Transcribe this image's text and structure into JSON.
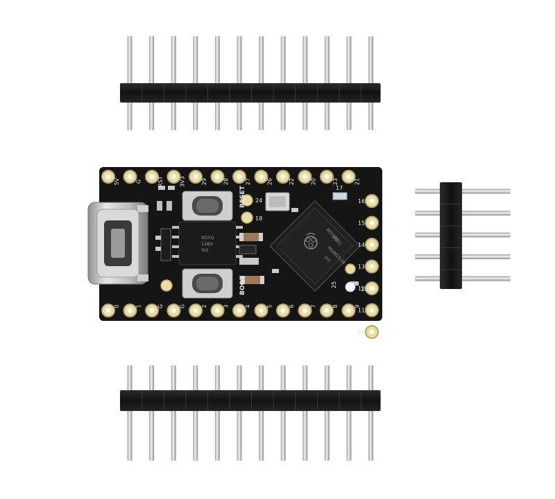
{
  "board": {
    "top_labels": [
      "5V",
      "G",
      "RST",
      "3V3",
      "29",
      "28",
      "27",
      "26",
      "22",
      "20",
      "23",
      "21"
    ],
    "bottom_labels": [
      "0",
      "1",
      "G",
      "G",
      "2",
      "3",
      "4",
      "5",
      "6",
      "7",
      "8",
      "9"
    ],
    "right_labels": [
      "16",
      "15",
      "14",
      "13",
      "12",
      "11",
      "10"
    ],
    "misc_labels": {
      "reset": "RESET",
      "boot": "BOOT",
      "pin_17": "17",
      "pin_24": "24",
      "pin_18": "18",
      "pin_25": "25",
      "pin_19": "19"
    },
    "chip_text": [
      "RP2040",
      "20/21",
      "P64M15.00",
      "TTT"
    ],
    "flash_text": [
      "W25Q",
      "128JV",
      "SIQ"
    ]
  },
  "headers": {
    "top_pin_count": 12,
    "bottom_pin_count": 12,
    "side_pin_count": 5
  },
  "colors": {
    "pcb": "#151515",
    "pad_gold": "#e8dca8",
    "header_plastic": "#1a1a1a",
    "pin_metal": "#c8c8c8"
  }
}
